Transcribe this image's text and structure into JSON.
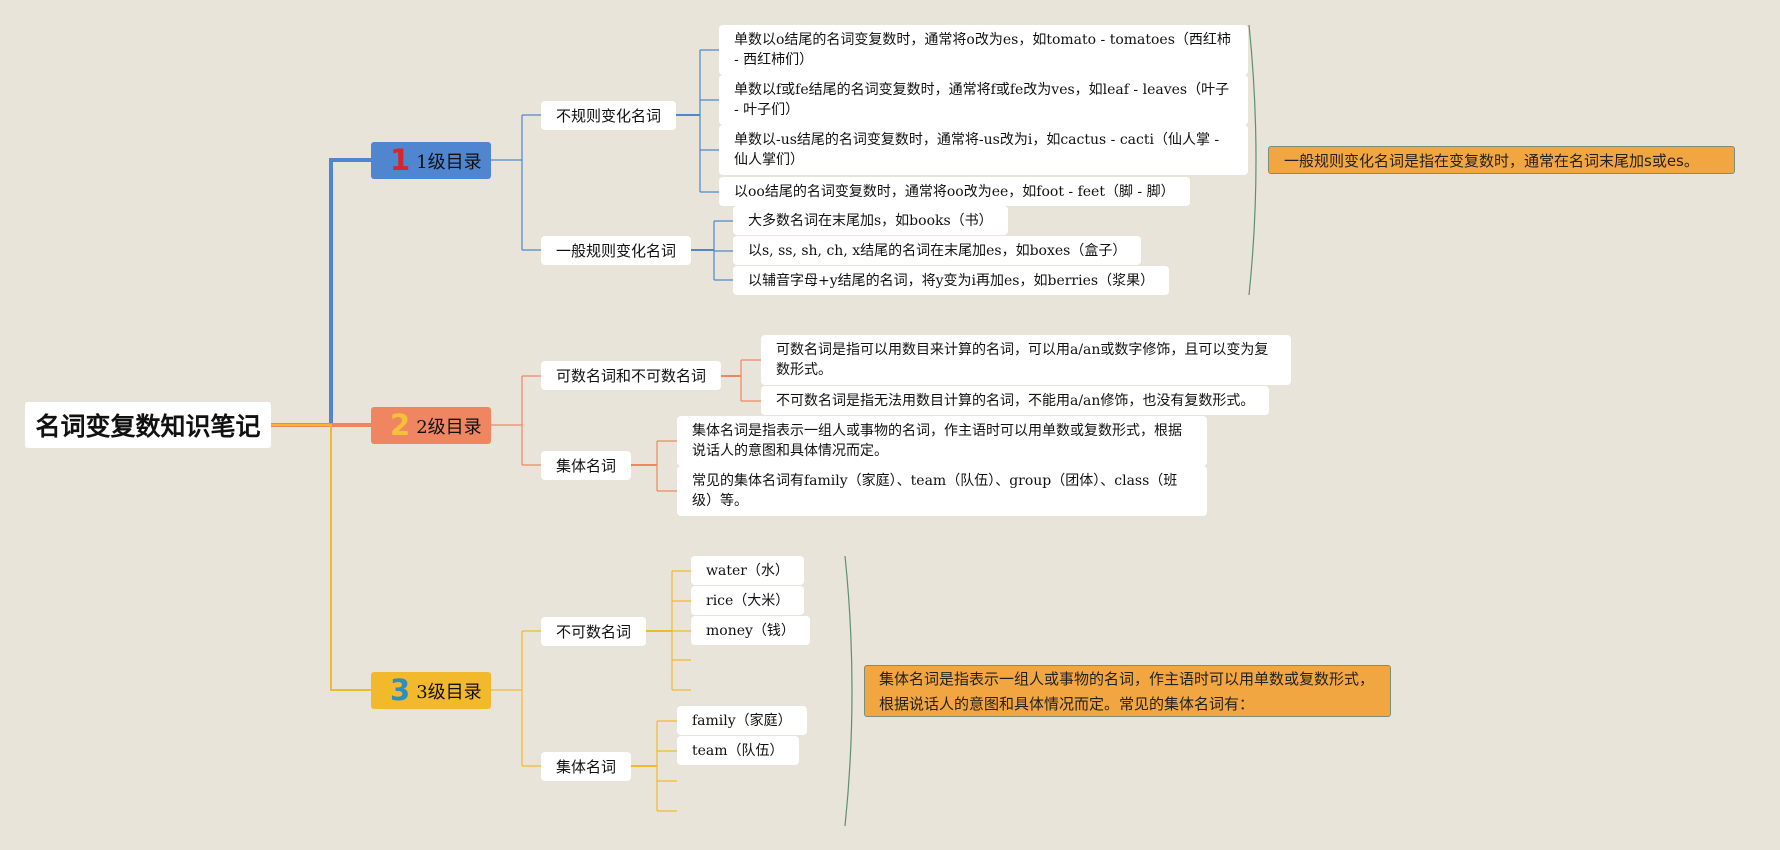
{
  "root": {
    "title": "名词变复数知识笔记"
  },
  "sections": [
    {
      "num": "1",
      "label": "1级目录",
      "color": "#4f86cf",
      "groups": [
        {
          "label": "不规则变化名词",
          "items": [
            "单数以o结尾的名词变复数时，通常将o改为es，如tomato - tomatoes（西红柿 - 西红柿们）",
            "单数以f或fe结尾的名词变复数时，通常将f或fe改为ves，如leaf - leaves（叶子 - 叶子们）",
            "单数以-us结尾的名词变复数时，通常将-us改为i，如cactus - cacti（仙人掌 - 仙人掌们）",
            "以oo结尾的名词变复数时，通常将oo改为ee，如foot - feet（脚 - 脚）"
          ]
        },
        {
          "label": "一般规则变化名词",
          "items": [
            "大多数名词在末尾加s，如books（书）",
            "以s, ss, sh, ch, x结尾的名词在末尾加es，如boxes（盒子）",
            "以辅音字母+y结尾的名词，将y变为i再加es，如berries（浆果）"
          ]
        }
      ]
    },
    {
      "num": "2",
      "label": "2级目录",
      "color": "#ef8661",
      "groups": [
        {
          "label": "可数名词和不可数名词",
          "items": [
            "可数名词是指可以用数目来计算的名词，可以用a/an或数字修饰，且可以变为复数形式。",
            "不可数名词是指无法用数目计算的名词，不能用a/an修饰，也没有复数形式。"
          ]
        },
        {
          "label": "集体名词",
          "items": [
            "集体名词是指表示一组人或事物的名词，作主语时可以用单数或复数形式，根据说话人的意图和具体情况而定。",
            "常见的集体名词有family（家庭）、team（队伍）、group（团体）、class（班级）等。"
          ]
        }
      ]
    },
    {
      "num": "3",
      "label": "3级目录",
      "color": "#f3b92c",
      "groups": [
        {
          "label": "不可数名词",
          "items": [
            "water（水）",
            "rice（大米）",
            "money（钱）"
          ]
        },
        {
          "label": "集体名词",
          "items": [
            "family（家庭）",
            "team（队伍）"
          ]
        }
      ]
    }
  ],
  "summaries": [
    "一般规则变化名词是指在变复数时，通常在名词末尾加s或es。",
    "集体名词是指表示一组人或事物的名词，作主语时可以用单数或复数形式，根据说话人的意图和具体情况而定。常见的集体名词有："
  ],
  "colors": {
    "background": "#e8e4da",
    "blue": "#4f86cf",
    "salmon": "#ef8661",
    "gold": "#f3b92c",
    "summary": "#f2a641",
    "bracket": "#5d8f76"
  }
}
